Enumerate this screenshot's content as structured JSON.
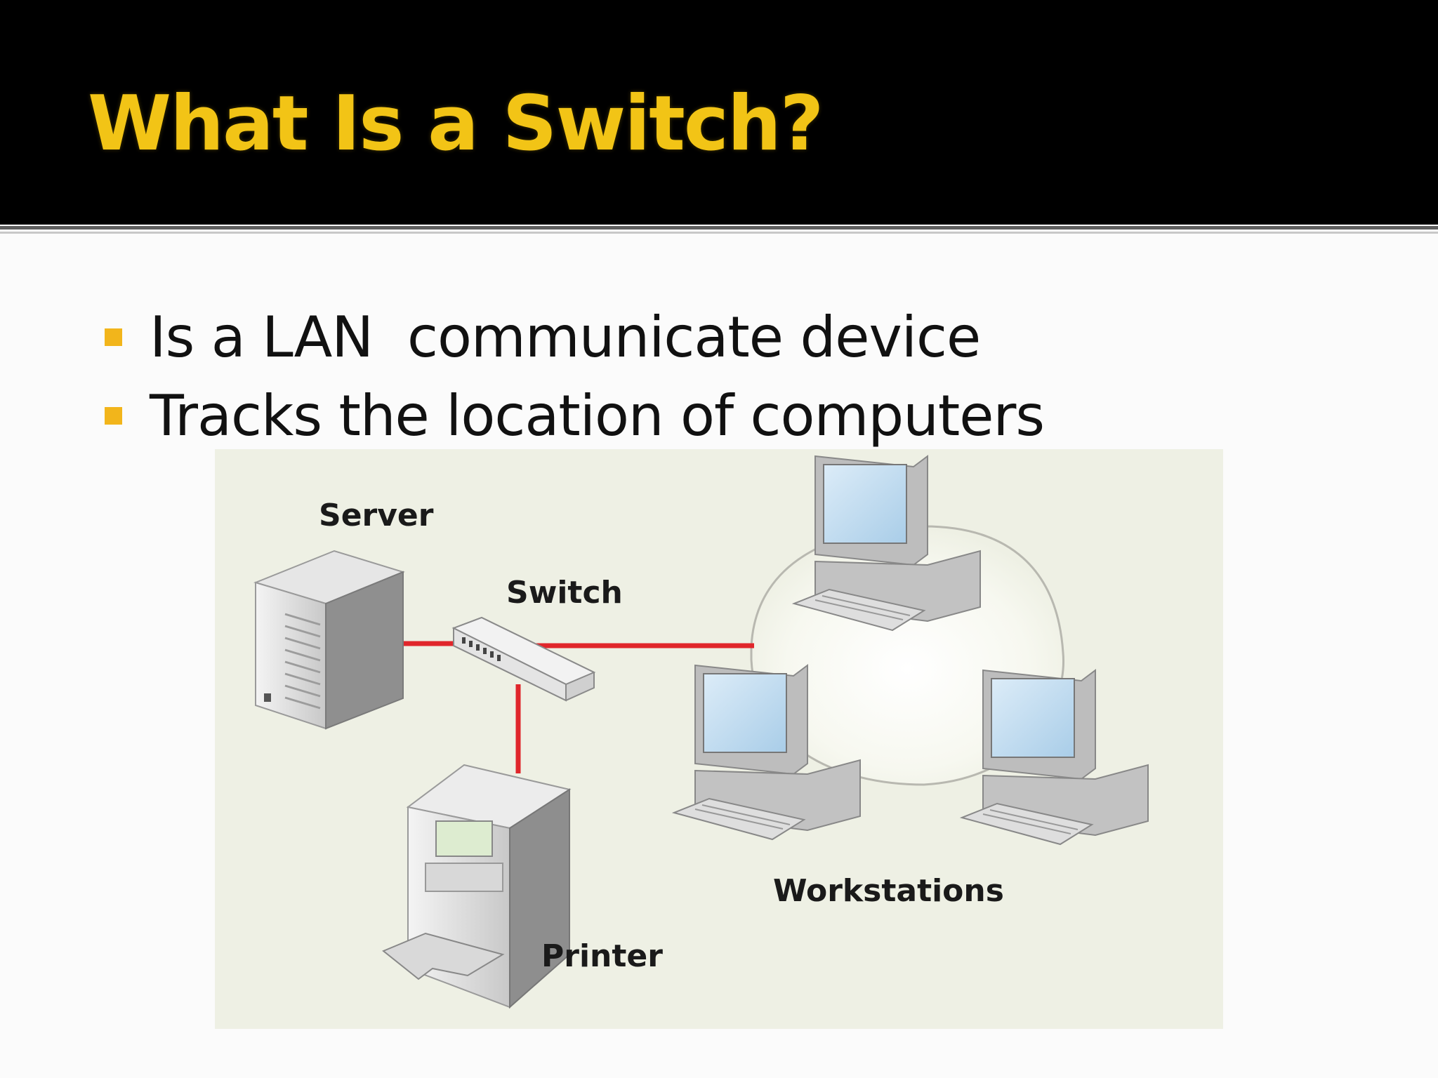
{
  "slide": {
    "title": "What Is a Switch?",
    "bullets": [
      "Is a LAN  communicate device",
      "Tracks the location of computers"
    ]
  },
  "diagram": {
    "labels": {
      "server": "Server",
      "switch": "Switch",
      "printer": "Printer",
      "workstations": "Workstations"
    }
  },
  "colors": {
    "title": "#f2c416",
    "bullet_marker": "#f2b51b",
    "cable": "#e0262b",
    "diagram_background": "#eef0e4"
  }
}
